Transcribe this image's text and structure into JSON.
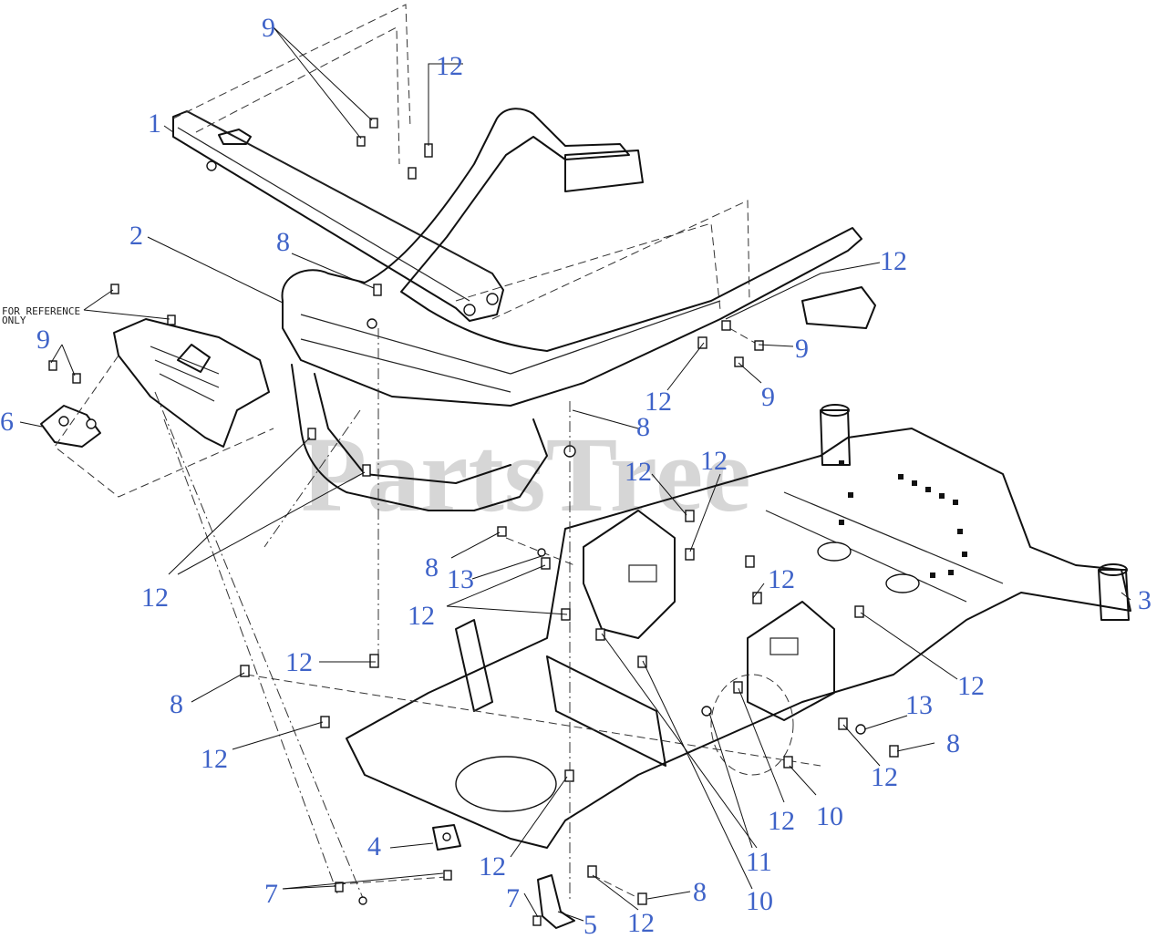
{
  "watermark": "PartsTree",
  "reference_note": [
    "FOR REFERENCE",
    "ONLY"
  ],
  "callouts": {
    "c1": "1",
    "c2": "2",
    "c3": "3",
    "c4": "4",
    "c5": "5",
    "c6": "6",
    "c7": "7",
    "c8": "8",
    "c9": "9",
    "c10": "10",
    "c11": "11",
    "c12": "12",
    "c13": "13"
  }
}
